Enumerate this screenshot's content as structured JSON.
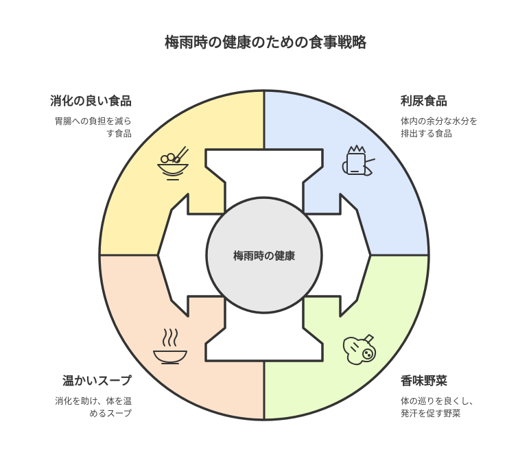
{
  "title": "梅雨時の健康のための食事戦略",
  "center": "梅雨時の健康",
  "colors": {
    "top_left": "#fff2b0",
    "top_right": "#dce8fc",
    "bottom_left": "#fde2cb",
    "bottom_right": "#eafcc9",
    "center": "#e8e8e8",
    "stroke": "#333333"
  },
  "quadrants": {
    "top_left": {
      "title": "消化の良い食品",
      "desc1": "胃腸への負担を減ら",
      "desc2": "す食品",
      "icon": "noodle-bowl-icon"
    },
    "top_right": {
      "title": "利尿食品",
      "desc1": "体内の余分な水分を",
      "desc2": "排出する食品",
      "icon": "teapot-icon"
    },
    "bottom_left": {
      "title": "温かいスープ",
      "desc1": "消化を助け、体を温",
      "desc2": "めるスープ",
      "icon": "steaming-soup-icon"
    },
    "bottom_right": {
      "title": "香味野菜",
      "desc1": "体の巡りを良くし、",
      "desc2": "発汗を促す野菜",
      "icon": "ginger-icon"
    }
  }
}
